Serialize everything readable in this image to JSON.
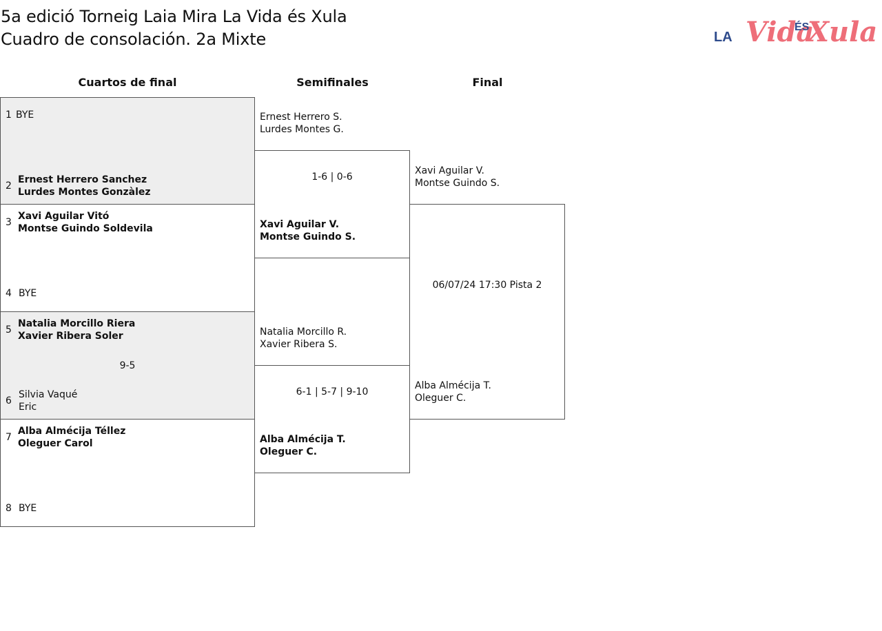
{
  "header": {
    "title_line1": "5a edició Torneig Laia Mira La Vida és Xula",
    "title_line2": "Cuadro de consolación. 2a Mixte",
    "logo_la": "LA",
    "logo_vida": "Vida",
    "logo_es": "ÉS",
    "logo_xula": "Xula"
  },
  "rounds": {
    "quarters": "Cuartos de final",
    "semis": "Semifinales",
    "final": "Final"
  },
  "quarters": [
    {
      "seed_a": "1",
      "a1": "BYE",
      "a2": "",
      "seed_b": "2",
      "b1": "Ernest Herrero Sanchez",
      "b2": "Lurdes Montes Gonzàlez",
      "score": ""
    },
    {
      "seed_a": "3",
      "a1": "Xavi Aguilar Vitó",
      "a2": "Montse Guindo Soldevila",
      "seed_b": "4",
      "b1": "BYE",
      "b2": "",
      "score": ""
    },
    {
      "seed_a": "5",
      "a1": "Natalia Morcillo Riera",
      "a2": "Xavier Ribera Soler",
      "seed_b": "6",
      "b1": "Silvia Vaqué",
      "b2": "Eric",
      "score": "9-5"
    },
    {
      "seed_a": "7",
      "a1": "Alba Almécija Téllez",
      "a2": "Oleguer Carol",
      "seed_b": "8",
      "b1": "BYE",
      "b2": "",
      "score": ""
    }
  ],
  "semis": [
    {
      "a1": "Ernest Herrero S.",
      "a2": "Lurdes Montes G.",
      "score": "1-6 | 0-6",
      "b1": "Xavi Aguilar V.",
      "b2": "Montse Guindo S."
    },
    {
      "a1": "Natalia Morcillo R.",
      "a2": "Xavier Ribera S.",
      "score": "6-1 | 5-7 | 9-10",
      "b1": "Alba Almécija T.",
      "b2": "Oleguer C."
    }
  ],
  "final": {
    "a1": "Xavi Aguilar V.",
    "a2": "Montse Guindo S.",
    "info": "06/07/24 17:30 Pista 2",
    "b1": "Alba Almécija T.",
    "b2": "Oleguer C."
  }
}
